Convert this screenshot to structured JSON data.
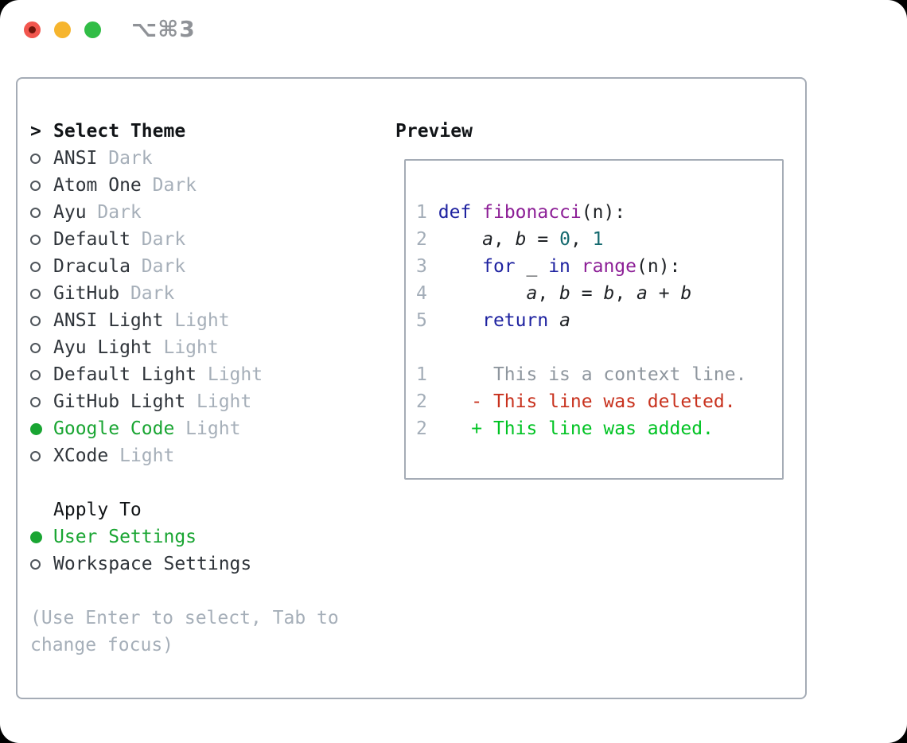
{
  "window": {
    "title": "⌥⌘3",
    "traffic_lights": [
      {
        "name": "close",
        "color": "#f2564e",
        "dot": "#70150b"
      },
      {
        "name": "minimize",
        "color": "#f6b52e"
      },
      {
        "name": "zoom",
        "color": "#31bd46"
      }
    ]
  },
  "theme_picker": {
    "prompt": ">",
    "title": "Select Theme",
    "items": [
      {
        "name": "ANSI",
        "variant": "Dark",
        "selected": false
      },
      {
        "name": "Atom One",
        "variant": "Dark",
        "selected": false
      },
      {
        "name": "Ayu",
        "variant": "Dark",
        "selected": false
      },
      {
        "name": "Default",
        "variant": "Dark",
        "selected": false
      },
      {
        "name": "Dracula",
        "variant": "Dark",
        "selected": false
      },
      {
        "name": "GitHub",
        "variant": "Dark",
        "selected": false
      },
      {
        "name": "ANSI Light",
        "variant": "Light",
        "selected": false
      },
      {
        "name": "Ayu Light",
        "variant": "Light",
        "selected": false
      },
      {
        "name": "Default Light",
        "variant": "Light",
        "selected": false
      },
      {
        "name": "GitHub Light",
        "variant": "Light",
        "selected": false
      },
      {
        "name": "Google Code",
        "variant": "Light",
        "selected": true
      },
      {
        "name": "XCode",
        "variant": "Light",
        "selected": false
      }
    ],
    "apply_to": {
      "title": "Apply To",
      "options": [
        {
          "name": "User Settings",
          "selected": true
        },
        {
          "name": "Workspace Settings",
          "selected": false
        }
      ]
    },
    "hint": "(Use Enter to select, Tab to change focus)"
  },
  "preview": {
    "title": "Preview",
    "code_lines": [
      [
        {
          "c": "ln",
          "t": "1"
        },
        {
          "c": "pl",
          "t": " "
        },
        {
          "c": "kw",
          "t": "def"
        },
        {
          "c": "pl",
          "t": " "
        },
        {
          "c": "fn",
          "t": "fibonacci"
        },
        {
          "c": "pl",
          "t": "(n):"
        }
      ],
      [
        {
          "c": "ln",
          "t": "2"
        },
        {
          "c": "pl",
          "t": "     "
        },
        {
          "c": "va",
          "t": "a"
        },
        {
          "c": "pl",
          "t": ", "
        },
        {
          "c": "va",
          "t": "b"
        },
        {
          "c": "pl",
          "t": " = "
        },
        {
          "c": "nu",
          "t": "0"
        },
        {
          "c": "pl",
          "t": ", "
        },
        {
          "c": "nu",
          "t": "1"
        }
      ],
      [
        {
          "c": "ln",
          "t": "3"
        },
        {
          "c": "pl",
          "t": "     "
        },
        {
          "c": "kw",
          "t": "for"
        },
        {
          "c": "pl",
          "t": " _ "
        },
        {
          "c": "kw",
          "t": "in"
        },
        {
          "c": "pl",
          "t": " "
        },
        {
          "c": "fn",
          "t": "range"
        },
        {
          "c": "pl",
          "t": "(n):"
        }
      ],
      [
        {
          "c": "ln",
          "t": "4"
        },
        {
          "c": "pl",
          "t": "         "
        },
        {
          "c": "va",
          "t": "a"
        },
        {
          "c": "pl",
          "t": ", "
        },
        {
          "c": "va",
          "t": "b"
        },
        {
          "c": "pl",
          "t": " = "
        },
        {
          "c": "va",
          "t": "b"
        },
        {
          "c": "pl",
          "t": ", "
        },
        {
          "c": "va",
          "t": "a"
        },
        {
          "c": "pl",
          "t": " + "
        },
        {
          "c": "va",
          "t": "b"
        }
      ],
      [
        {
          "c": "ln",
          "t": "5"
        },
        {
          "c": "pl",
          "t": "     "
        },
        {
          "c": "kw",
          "t": "return"
        },
        {
          "c": "pl",
          "t": " "
        },
        {
          "c": "va",
          "t": "a"
        }
      ],
      [],
      [
        {
          "c": "ln",
          "t": "1"
        },
        {
          "c": "pl",
          "t": "      "
        },
        {
          "c": "ctx",
          "t": "This is a context line."
        }
      ],
      [
        {
          "c": "ln",
          "t": "2"
        },
        {
          "c": "pl",
          "t": "    "
        },
        {
          "c": "del",
          "t": "- This line was deleted."
        }
      ],
      [
        {
          "c": "ln",
          "t": "2"
        },
        {
          "c": "pl",
          "t": "    "
        },
        {
          "c": "add",
          "t": "+ This line was added."
        }
      ]
    ],
    "syntax_colors": {
      "keyword": "#1e22a0",
      "function": "#8c1e96",
      "number_literal": "#14696e",
      "context": "#8e969e",
      "deletion": "#c8321e",
      "addition": "#00c323",
      "line_number": "#a3adb8",
      "selection_green": "#19a532"
    }
  }
}
